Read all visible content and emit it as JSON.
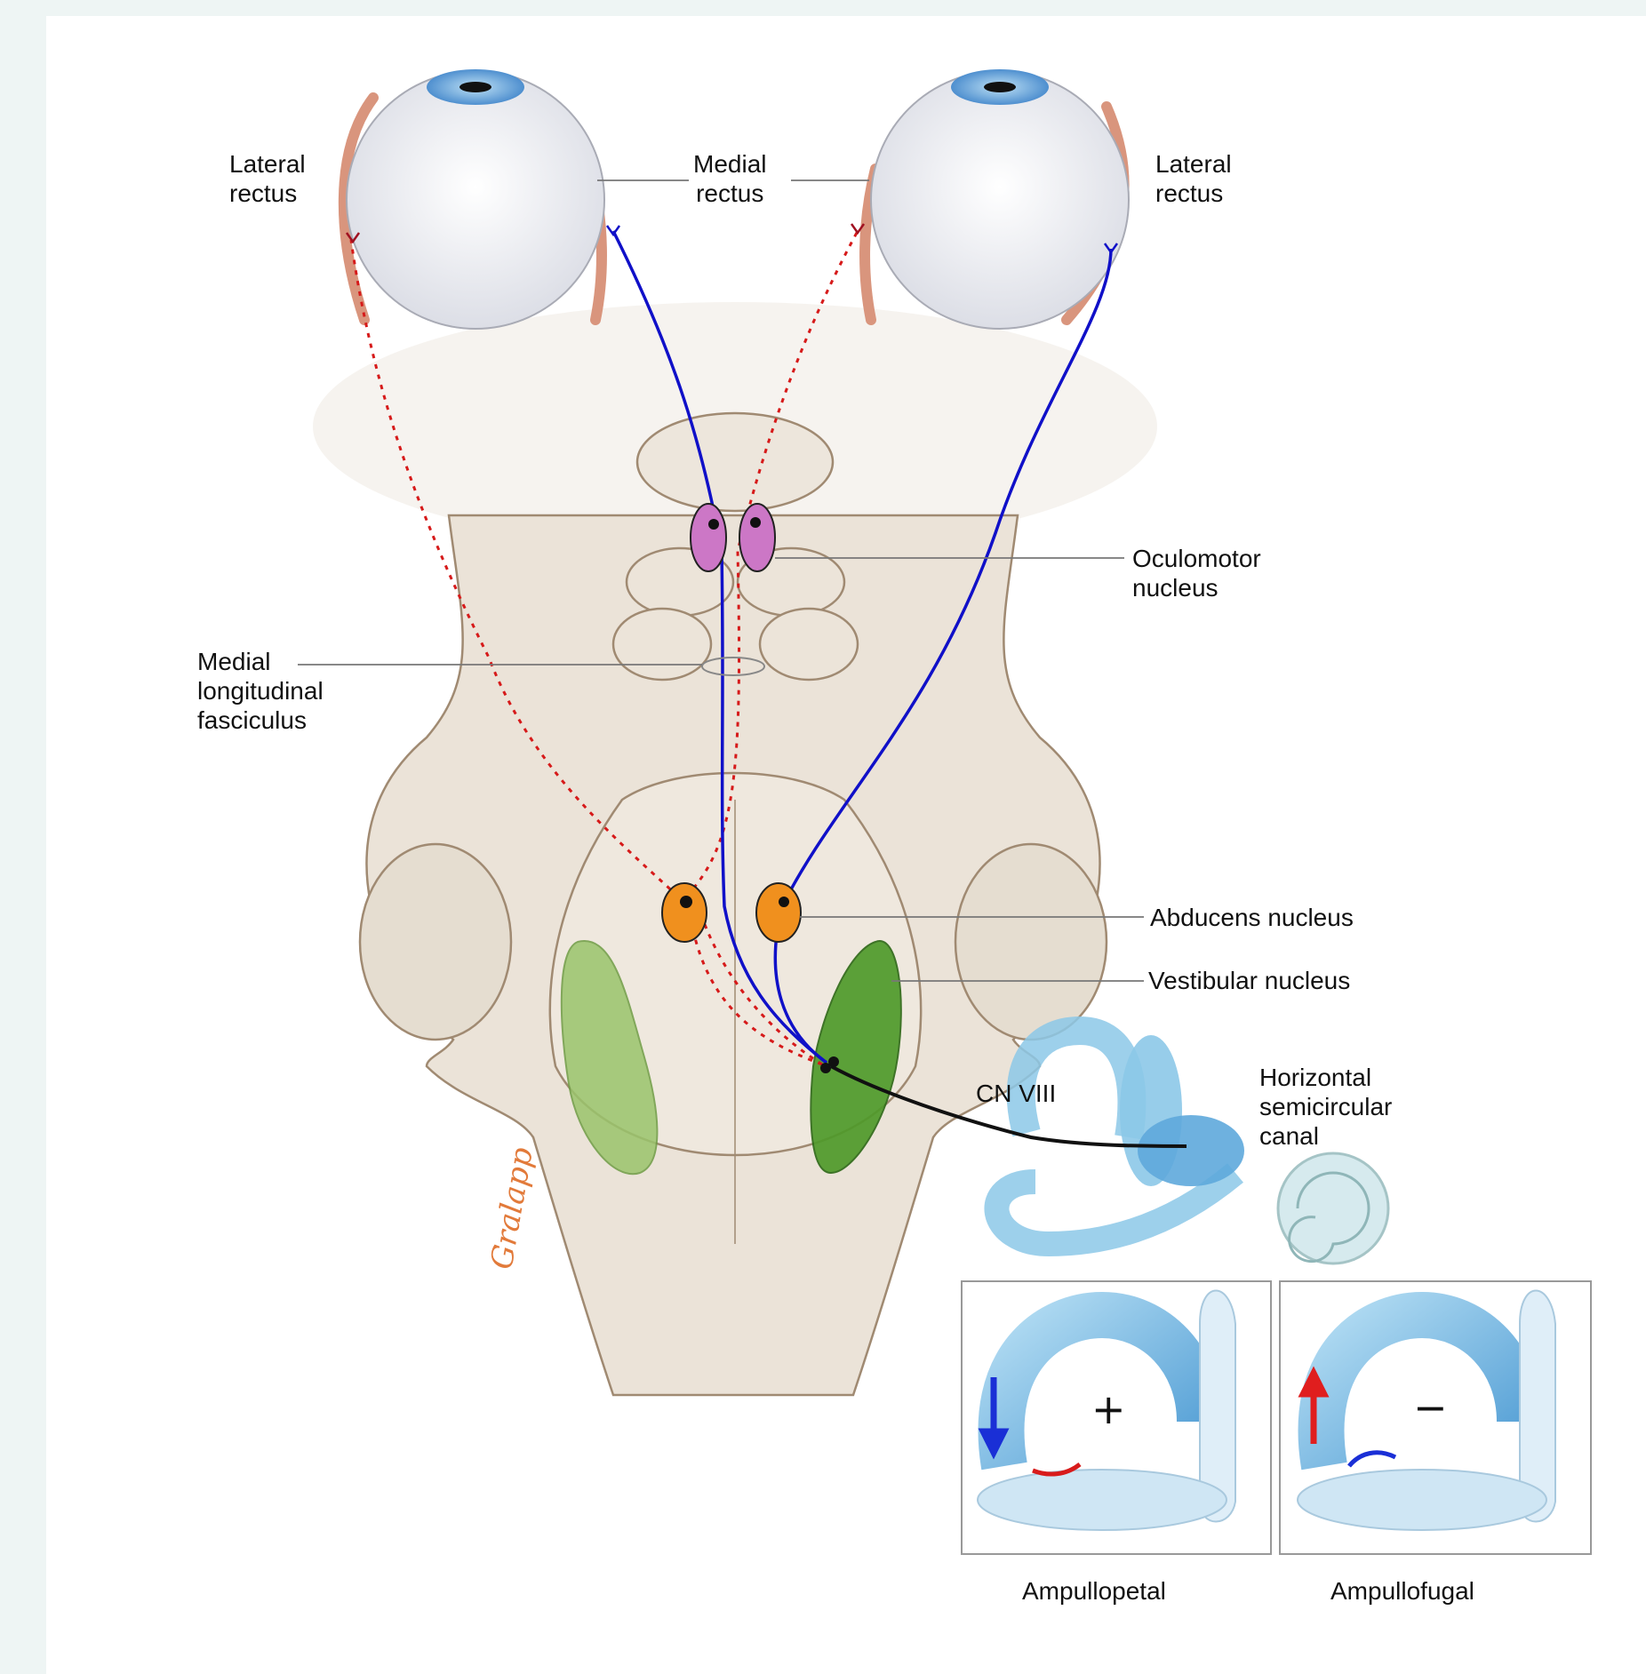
{
  "labels": {
    "lateral_rectus_left": "Lateral\nrectus",
    "medial_rectus": "Medial\nrectus",
    "lateral_rectus_right": "Lateral\nrectus",
    "oculomotor_nucleus": "Oculomotor\nnucleus",
    "mlf": "Medial\nlongitudinal\nfasciculus",
    "abducens_nucleus": "Abducens nucleus",
    "vestibular_nucleus": "Vestibular nucleus",
    "cn_viii": "CN VIII",
    "horizontal_canal": "Horizontal\nsemicircular\ncanal"
  },
  "insets": {
    "left": {
      "sign": "+",
      "caption": "Ampullopetal",
      "flow_color": "#1a2fd6",
      "cupula_color": "#d81b1b"
    },
    "right": {
      "sign": "−",
      "caption": "Ampullofugal",
      "flow_color": "#e01e1e",
      "cupula_color": "#1a2fd6"
    }
  },
  "colors": {
    "excitatory_pathway": "#1010c8",
    "inhibitory_pathway": "#d61a1a",
    "oculomotor_nucleus": "#cc77c6",
    "abducens_nucleus": "#f0901e",
    "vestibular_nucleus_active": "#4f9a2a",
    "vestibular_nucleus_inactive": "#9ac46b",
    "cn_viii_nerve": "#111111",
    "brainstem": "#e9e0d5",
    "labyrinth": "#8cc8e8"
  }
}
